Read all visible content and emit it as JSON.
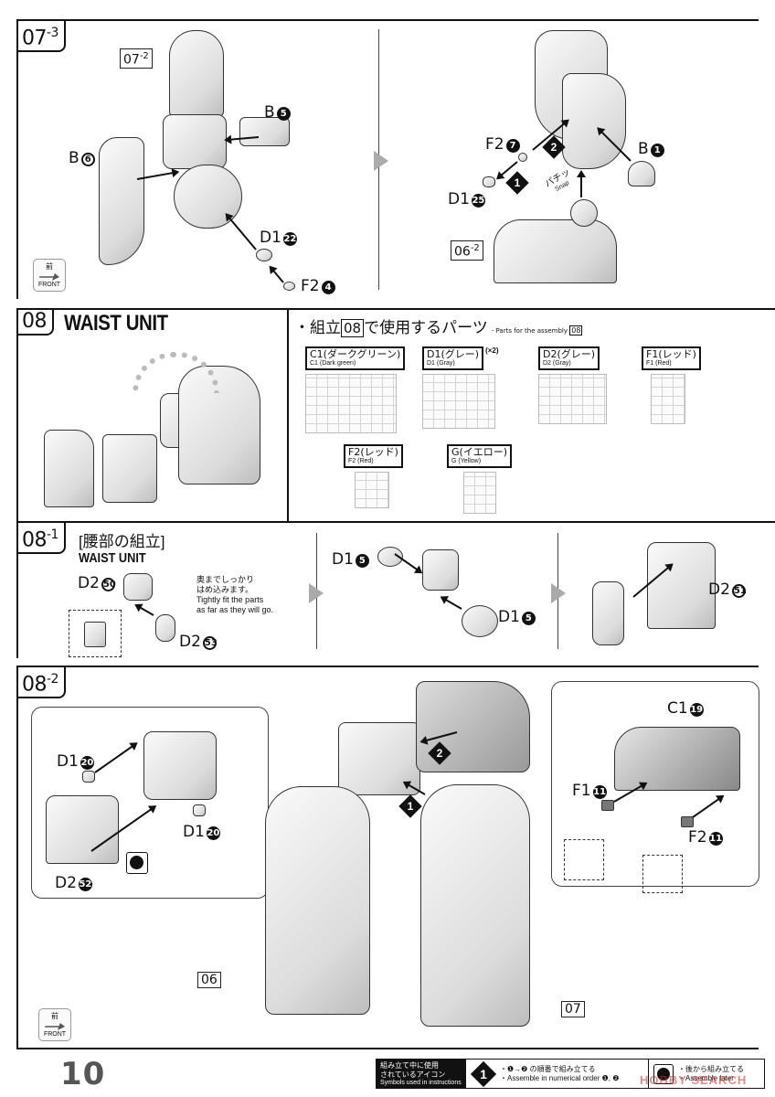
{
  "page": {
    "number": "10",
    "front_icon": {
      "kanji": "前",
      "label": "FRONT"
    }
  },
  "step_07_3": {
    "tag": "07",
    "tag_sub": "-3",
    "left": {
      "ref_tag": "07",
      "ref_tag_sub": "-2",
      "parts": [
        {
          "runner": "B",
          "num": "5"
        },
        {
          "runner": "B",
          "num": "6"
        },
        {
          "runner": "D1",
          "num": "22"
        },
        {
          "runner": "F2",
          "num": "4"
        }
      ]
    },
    "right": {
      "ref_tag": "06",
      "ref_tag_sub": "-2",
      "parts": [
        {
          "runner": "F2",
          "num": "7"
        },
        {
          "runner": "D1",
          "num": "25"
        },
        {
          "runner": "B",
          "num": "1"
        }
      ],
      "order_markers": [
        "1",
        "2"
      ],
      "snap_label_jp": "パチッ",
      "snap_label_en": "Snap"
    }
  },
  "step_08": {
    "tag": "08",
    "title": "WAIST UNIT",
    "parts_heading": {
      "prefix": "・組立",
      "boxed": "08",
      "suffix": "で使用するパーツ",
      "en_prefix": "- Parts for the assembly",
      "en_boxed": "08"
    },
    "runners": [
      {
        "jp": "C1(ダークグリーン)",
        "en": "C1 (Dark green)",
        "mult": ""
      },
      {
        "jp": "D1(グレー)",
        "en": "D1 (Gray)",
        "mult": "(×2)"
      },
      {
        "jp": "D2(グレー)",
        "en": "D2 (Gray)",
        "mult": ""
      },
      {
        "jp": "F1(レッド)",
        "en": "F1 (Red)",
        "mult": ""
      },
      {
        "jp": "F2(レッド)",
        "en": "F2 (Red)",
        "mult": ""
      },
      {
        "jp": "G(イエロー)",
        "en": "G (Yellow)",
        "mult": ""
      }
    ]
  },
  "step_08_1": {
    "tag": "08",
    "tag_sub": "-1",
    "title_jp": "[腰部の組立]",
    "title_en": "WAIST UNIT",
    "note_jp_1": "奥までしっかり",
    "note_jp_2": "はめ込みます。",
    "note_en_1": "Tightly fit the parts",
    "note_en_2": "as far as they will go.",
    "parts": [
      {
        "runner": "D2",
        "num": "50"
      },
      {
        "runner": "D2",
        "num": "53"
      },
      {
        "runner": "D1",
        "num": "5"
      },
      {
        "runner": "D1",
        "num": "5"
      },
      {
        "runner": "D2",
        "num": "51"
      }
    ]
  },
  "step_08_2": {
    "tag": "08",
    "tag_sub": "-2",
    "left_bubble_parts": [
      {
        "runner": "D1",
        "num": "20"
      },
      {
        "runner": "D1",
        "num": "20"
      },
      {
        "runner": "D2",
        "num": "52"
      }
    ],
    "right_bubble_parts": [
      {
        "runner": "C1",
        "num": "19"
      },
      {
        "runner": "F1",
        "num": "11"
      },
      {
        "runner": "F2",
        "num": "11"
      }
    ],
    "order_markers": [
      "1",
      "2"
    ],
    "ref_tags": [
      "06",
      "07"
    ]
  },
  "legend": {
    "heading_jp_1": "組み立て中に使用",
    "heading_jp_2": "されているアイコン",
    "heading_en": "Symbols used in instructions",
    "order_icon": "1",
    "order_jp": "・❶→❷ の順番で組み立てる",
    "order_en": "・Assemble in numerical order ❶, ❷",
    "later_jp": "・後から組み立てる",
    "later_en": "・Assemble later"
  },
  "watermark": "HOBBY SEARCH"
}
